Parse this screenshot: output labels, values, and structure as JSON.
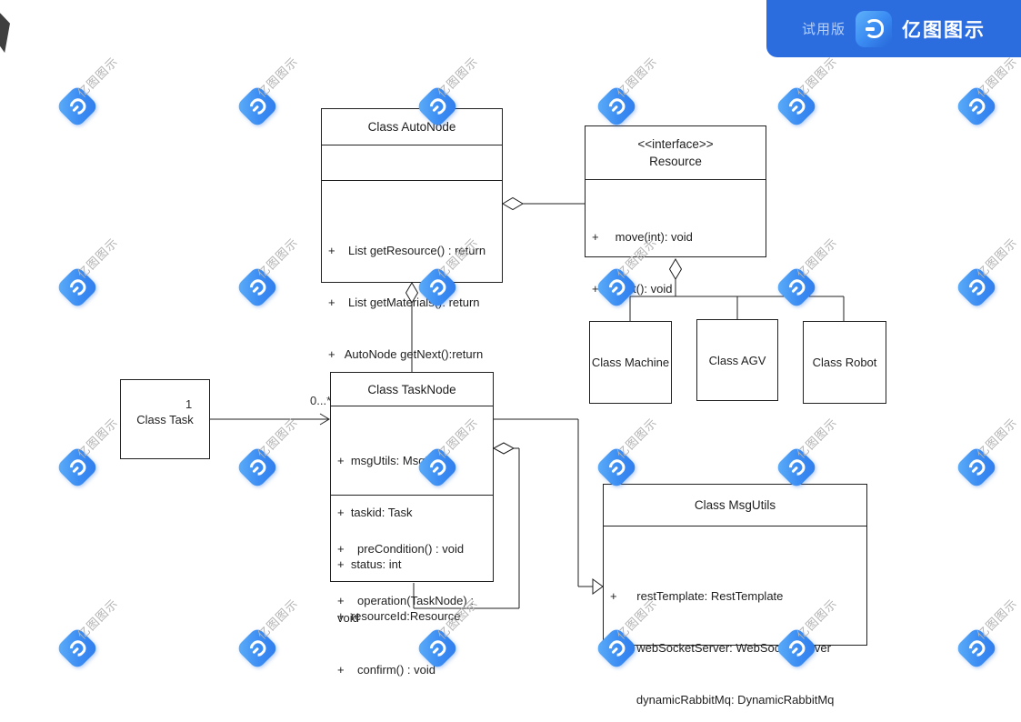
{
  "banner": {
    "trial_label": "试用版",
    "brand": "亿图图示",
    "logo_icon": "edraw-logo-icon",
    "bg_color": "#2b6cdf",
    "trial_color": "#b9d0f4"
  },
  "watermark": {
    "text": "亿图图示",
    "logo_icon": "edraw-logo-icon",
    "text_color": "#b3b3b3",
    "logo_gradient": [
      "#5fb0f8",
      "#2f7ced"
    ],
    "grid_x": [
      85,
      283,
      481,
      678,
      876,
      1074
    ],
    "grid_y": [
      117,
      316,
      514,
      713
    ]
  },
  "classes": {
    "autonode": {
      "title": "Class AutoNode",
      "methods": [
        "+    List getResource() : return",
        "+    List getMaterials(): return",
        "+   AutoNode getNext():return"
      ]
    },
    "resource": {
      "stereotype": "<<interface>>",
      "title": "Resource",
      "methods": [
        "+     move(int): void",
        "+     wait(): void"
      ]
    },
    "machine": {
      "title": "Class Machine"
    },
    "agv": {
      "title": "Class AGV"
    },
    "robot": {
      "title": "Class Robot"
    },
    "task": {
      "title": "Class Task"
    },
    "tasknode": {
      "title": "Class TaskNode",
      "fields": [
        "+  msgUtils: MsgUtils",
        "+  taskid: Task",
        "+  status: int",
        "+  resourceId:Resource"
      ],
      "methods": [
        "+    preCondition() : void",
        "+    operation(TaskNode) :\nvoid",
        "+    confirm() : void"
      ]
    },
    "msgutils": {
      "title": "Class MsgUtils",
      "fields": [
        "+      restTemplate: RestTemplate",
        "+      webSocketServer: WebSocketServer",
        "        dynamicRabbitMq: DynamicRabbitMq"
      ]
    }
  },
  "connectors": {
    "task_to_tasknode": {
      "source_multiplicity": "1",
      "target_multiplicity": "0...*"
    }
  },
  "colors": {
    "canvas": "#ffffff",
    "line": "#1f1f1f",
    "box_border": "#202020",
    "text": "#1e1e1e"
  }
}
